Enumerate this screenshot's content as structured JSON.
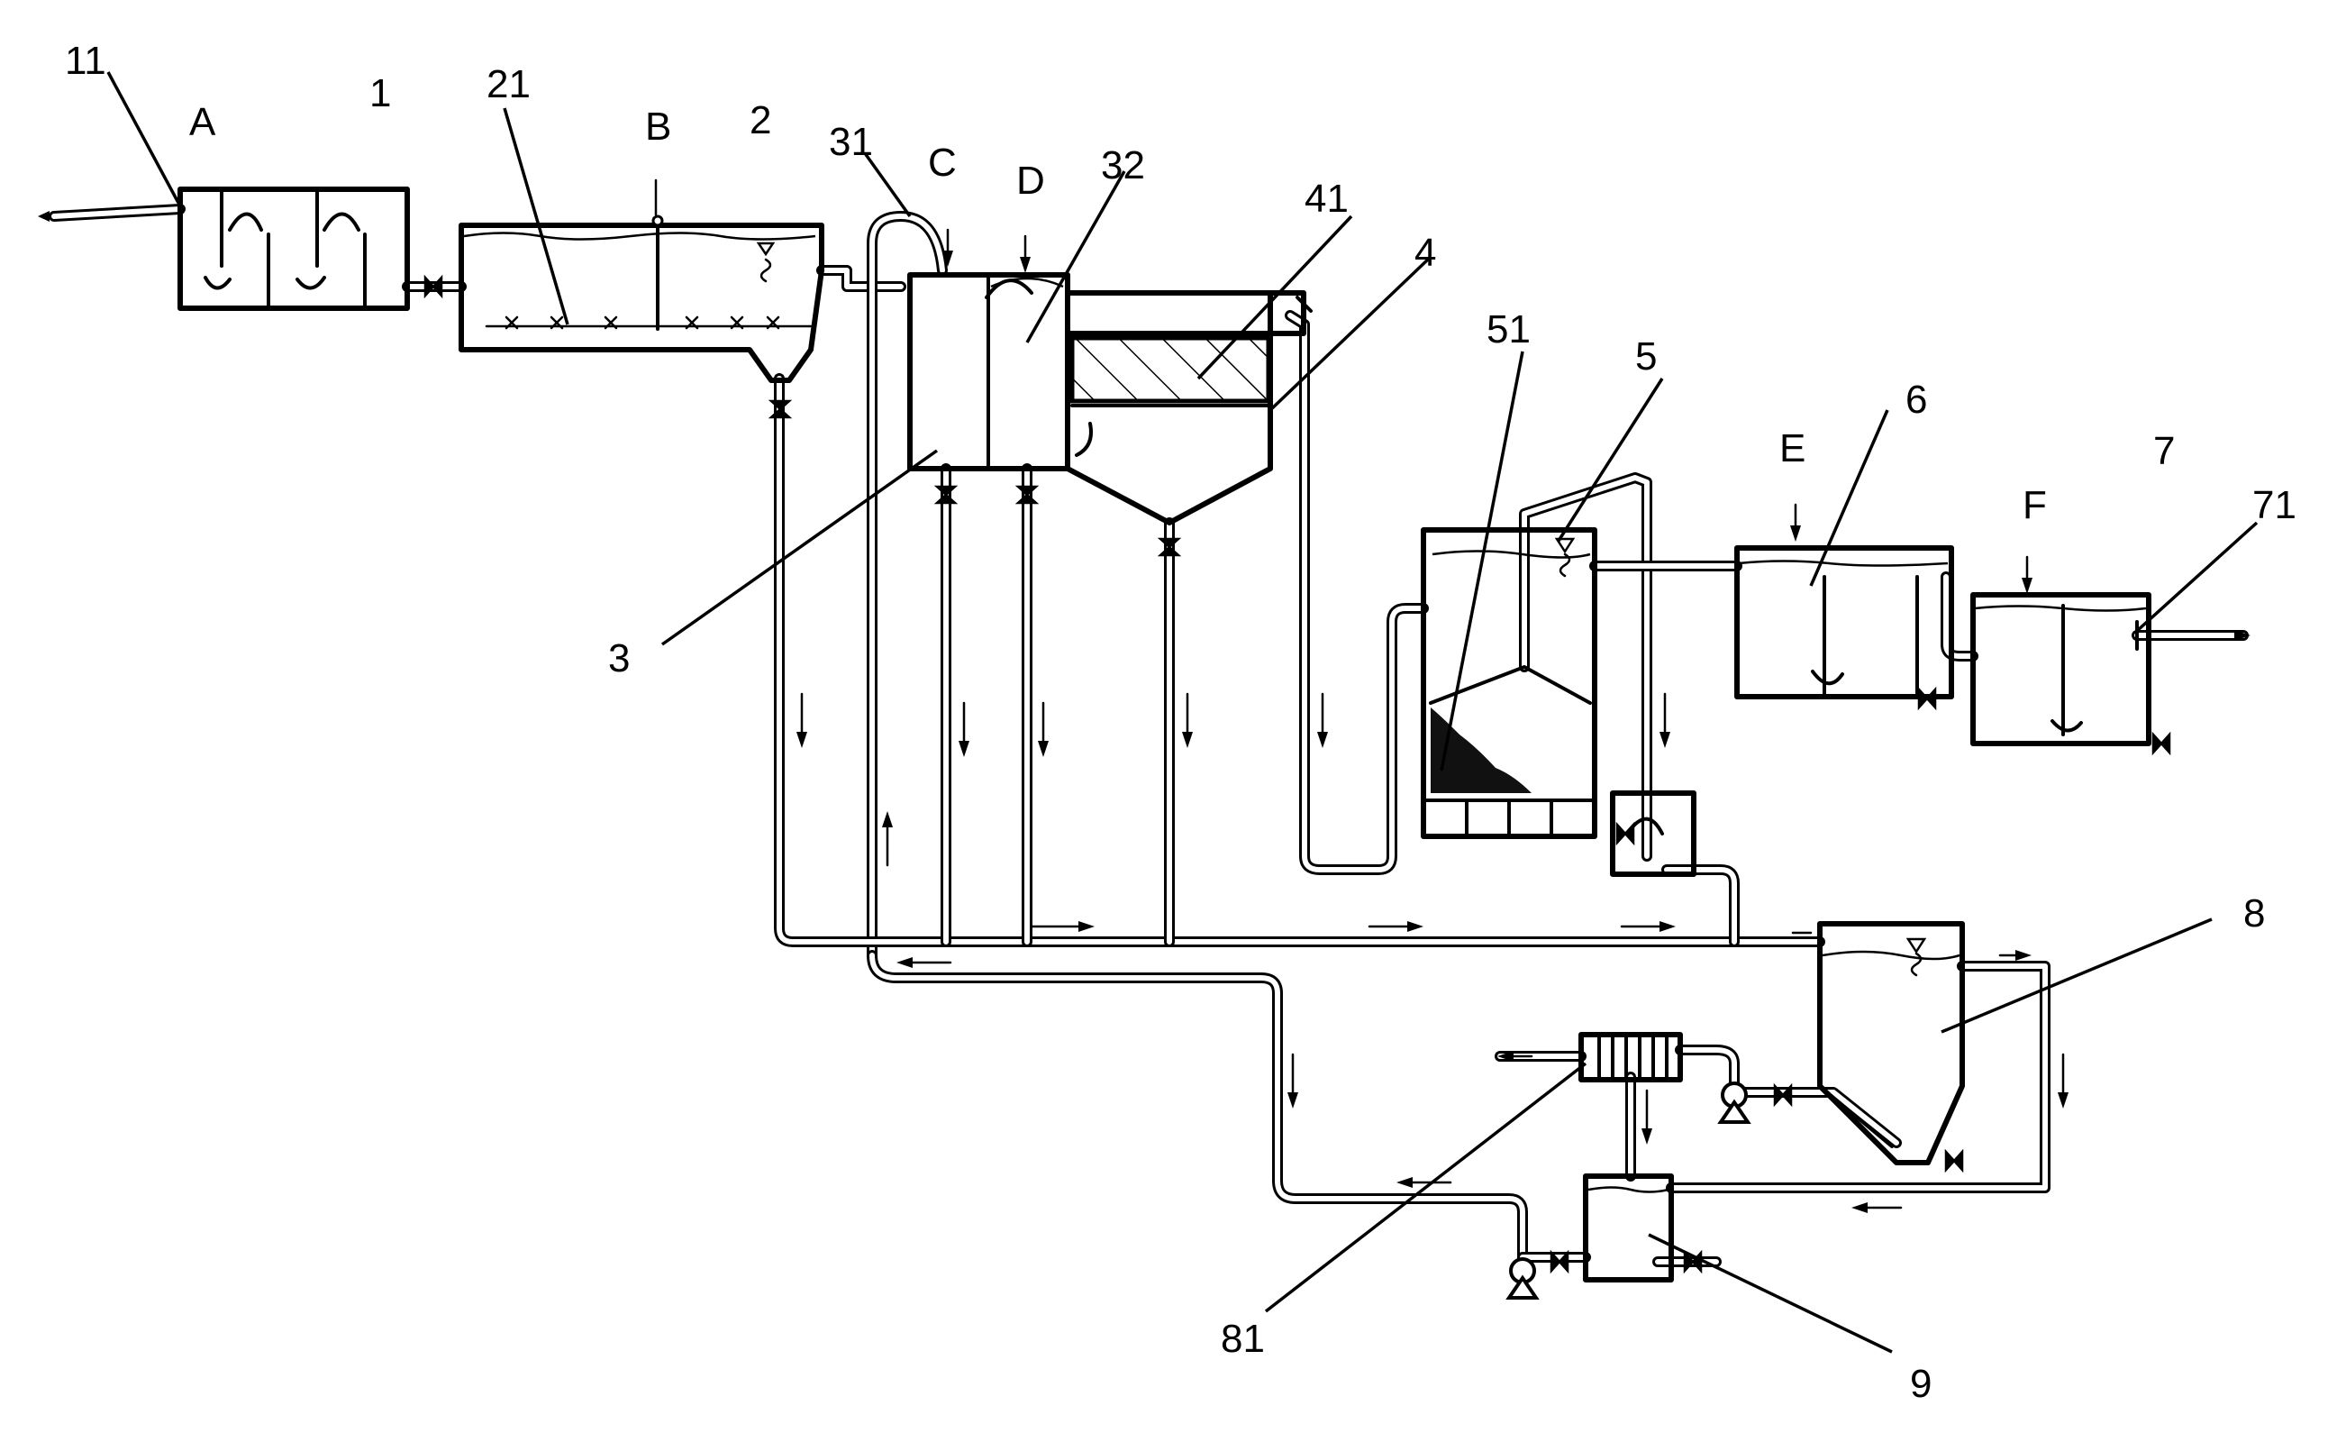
{
  "labels": {
    "l11": "11",
    "lA": "A",
    "l1": "1",
    "l21": "21",
    "lB": "B",
    "l2": "2",
    "l31": "31",
    "lC": "C",
    "lD": "D",
    "l32": "32",
    "l41": "41",
    "l4": "4",
    "l3": "3",
    "l51": "51",
    "l5": "5",
    "lE": "E",
    "l6": "6",
    "lF": "F",
    "l7": "7",
    "l71": "71",
    "l8": "8",
    "l81": "81",
    "l9": "9"
  },
  "colors": {
    "line": "#000000",
    "background": "#ffffff"
  }
}
